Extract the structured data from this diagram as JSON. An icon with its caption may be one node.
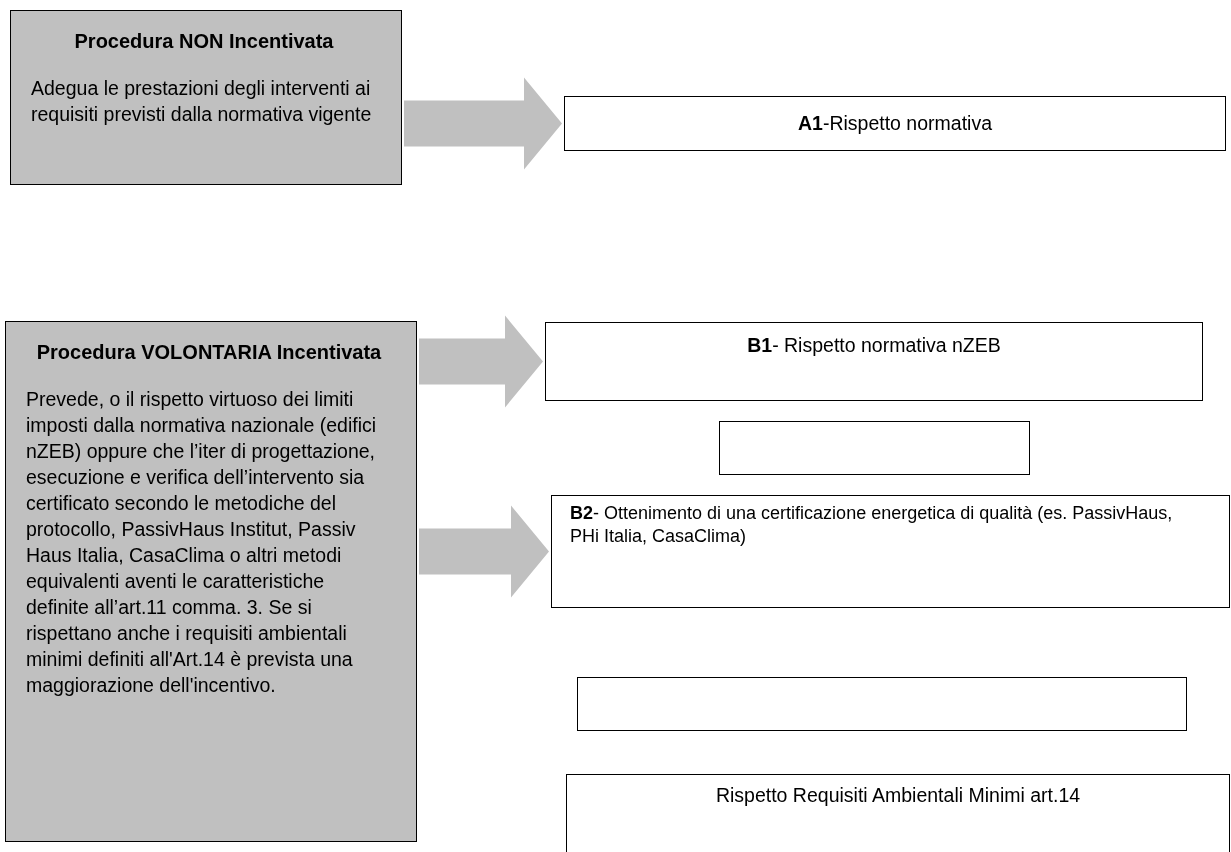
{
  "diagram": {
    "nodes": [
      {
        "text": [
          "Procedura NON Incentivata",
          "Adegua le prestazioni degli interventi ai requisiti previsti dalla normativa vigente"
        ]
      },
      {
        "text": [
          "**A1**-Rispetto normativa"
        ]
      },
      {
        "text": [
          "Procedura VOLONTARIA Incentivata",
          "Prevede, o il rispetto virtuoso dei limiti imposti dalla normativa nazionale (edifici nZEB) oppure che l’iter di progettazione, esecuzione e verifica dell’intervento sia certificato secondo le metodiche del protocollo, PassivHaus Institut, Passiv Haus Italia, CasaClima o altri metodi equivalenti aventi le caratteristiche definite all’art.11 comma. 3. Se si rispettano anche i requisiti ambientali minimi definiti all'Art.14 è prevista una maggiorazione dell'incentivo."
        ]
      },
      {
        "text": [
          "**B1**- Rispetto normativa nZEB"
        ]
      },
      {
        "text": [],
        "shape": "box"
      },
      {
        "text": [
          "**B2**- Ottenimento di una certificazione energetica di qualità (es. PassivHaus, PHi Italia, CasaClima)"
        ]
      },
      {
        "text": [],
        "shape": "box"
      },
      {
        "text": [
          "Rispetto Requisiti Ambientali Minimi art.14"
        ]
      }
    ],
    "edges": [
      {
        "from": 0,
        "to": 1,
        "arrow": "to",
        "style": "thick",
        "color": "#c0c0c0"
      },
      {
        "from": 2,
        "to": 3,
        "arrow": "to",
        "style": "thick",
        "color": "#c0c0c0"
      },
      {
        "from": 2,
        "to": 5,
        "arrow": "to",
        "style": "thick",
        "color": "#c0c0c0"
      }
    ]
  }
}
